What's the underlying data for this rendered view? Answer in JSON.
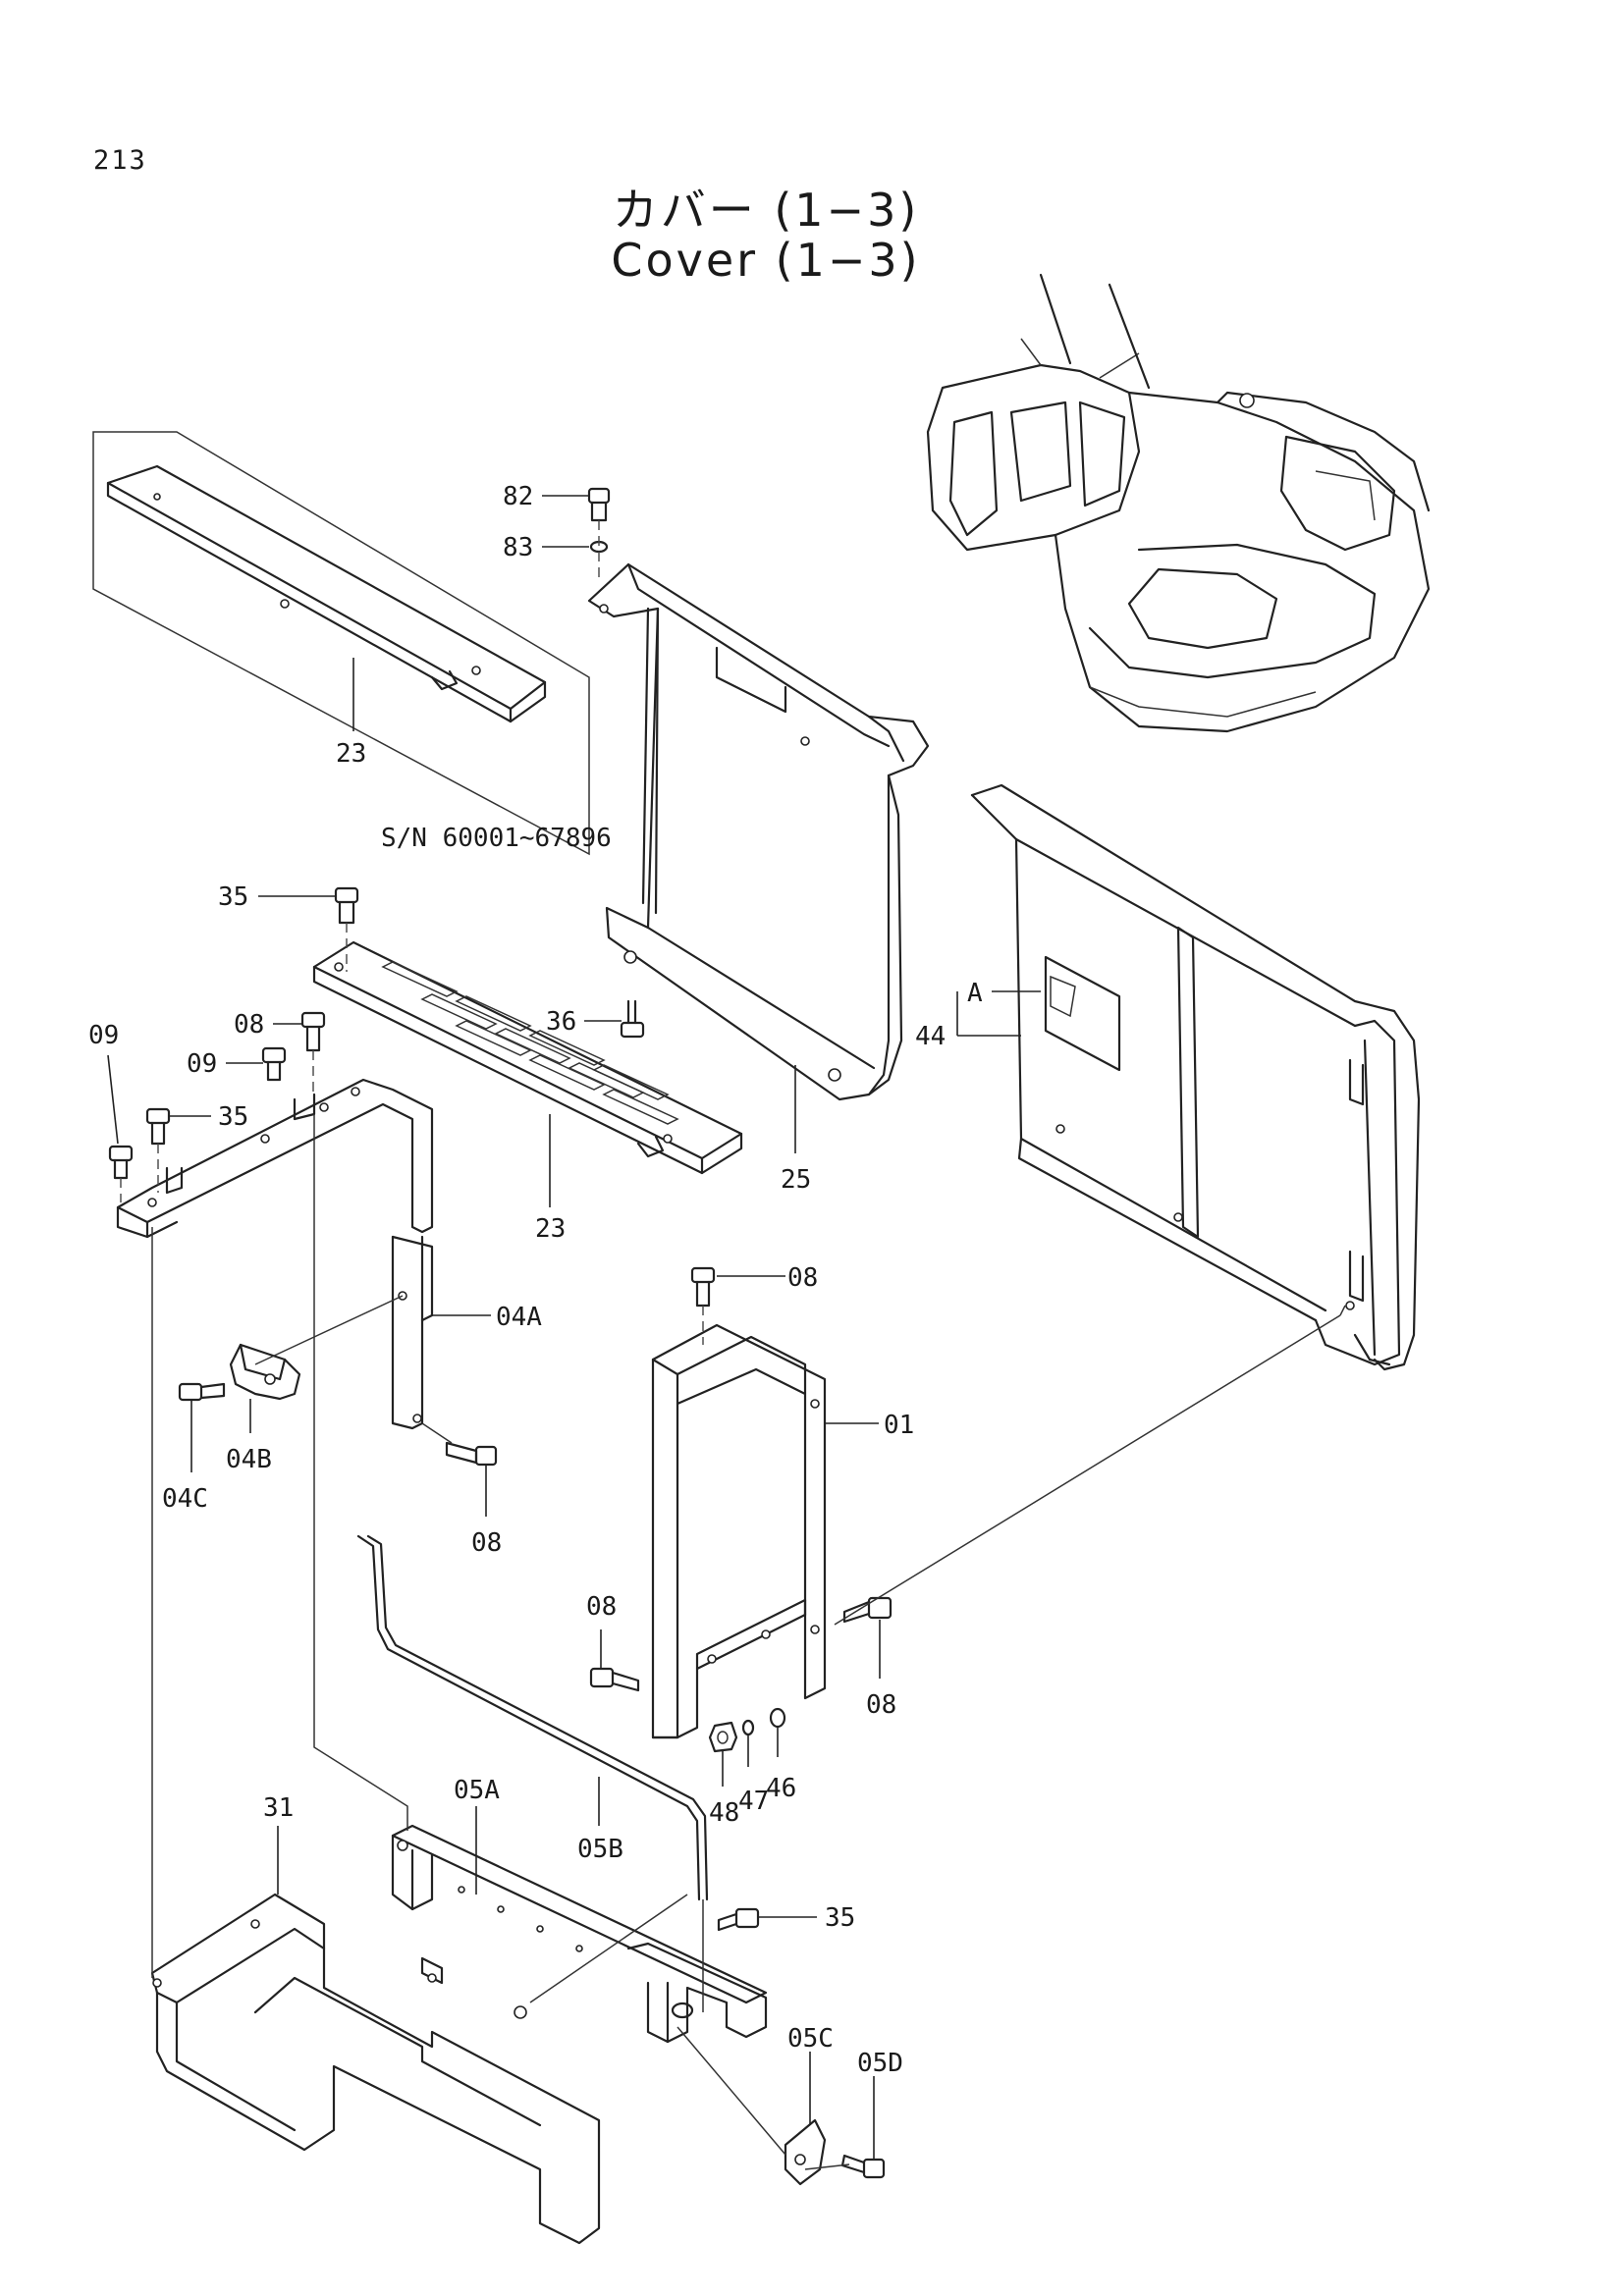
{
  "page": {
    "number": "213",
    "title_ja": "カバー (1−3)",
    "title_en": "Cover (1−3)"
  },
  "inset": {
    "serial_note": "S/N 60001∼67896"
  },
  "callouts": {
    "c82": "82",
    "c83": "83",
    "c23a": "23",
    "c35a": "35",
    "c36": "36",
    "c09a": "09",
    "c08a": "08",
    "c09b": "09",
    "c35b": "35",
    "c23b": "23",
    "c25": "25",
    "cA": "A",
    "c44": "44",
    "c08b": "08",
    "c04A": "04A",
    "c01": "01",
    "c04B": "04B",
    "c04C": "04C",
    "c08c": "08",
    "c08d": "08",
    "c08e": "08",
    "c48": "48",
    "c47": "47",
    "c46": "46",
    "c31": "31",
    "c05A": "05A",
    "c05B": "05B",
    "c35c": "35",
    "c05C": "05C",
    "c05D": "05D"
  }
}
